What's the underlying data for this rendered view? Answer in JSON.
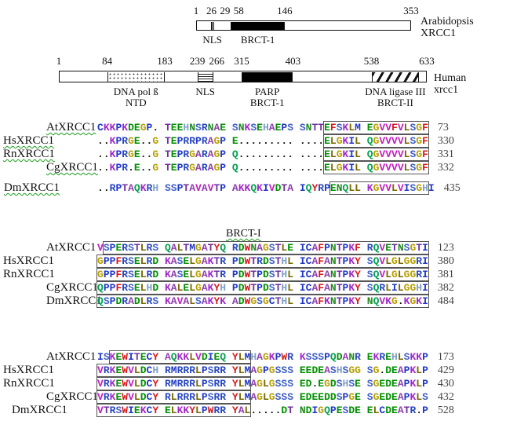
{
  "figure": {
    "arabidopsis_diagram": {
      "side_label_lines": [
        "Arabidopsis",
        "XRCC1"
      ],
      "length": 353,
      "ticks": [
        "1",
        "26",
        "29",
        "58",
        "146",
        "353"
      ],
      "domains": [
        {
          "name": "NLS",
          "pattern": "vstripe",
          "start": 26,
          "end": 29,
          "label_lines": [
            "NLS"
          ]
        },
        {
          "name": "BRCT-1",
          "pattern": "solid",
          "start": 58,
          "end": 146,
          "label_lines": [
            "BRCT-1"
          ]
        }
      ]
    },
    "human_diagram": {
      "side_label_lines": [
        "Human",
        "xrcc1"
      ],
      "length": 633,
      "ticks": [
        "1",
        "84",
        "183",
        "239",
        "266",
        "315",
        "403",
        "538",
        "633"
      ],
      "domains": [
        {
          "name": "DNA-pol-beta-NTD",
          "pattern": "dots",
          "start": 84,
          "end": 183,
          "label_lines": [
            "DNA pol ß",
            "NTD"
          ]
        },
        {
          "name": "NLS",
          "pattern": "hstripe",
          "start": 239,
          "end": 266,
          "label_lines": [
            "NLS"
          ]
        },
        {
          "name": "PARP-BRCT-1",
          "pattern": "solid",
          "start": 315,
          "end": 403,
          "label_lines": [
            "PARP",
            "BRCT-1"
          ]
        },
        {
          "name": "DNA-ligase-III-BRCT-II",
          "pattern": "hatch",
          "start": 538,
          "end": 620,
          "label_lines": [
            "DNA ligase III",
            "BRCT-II"
          ]
        }
      ]
    },
    "alignment": {
      "residue_palette": {
        "G": "#B8A000",
        "A": "#9040B0",
        "S": "#4060C8",
        "T": "#7030A0",
        "C": "#2038C8",
        "V": "#C020C0",
        "L": "#786800",
        "I": "#2038C8",
        "M": "#2038C8",
        "P": "#2038C8",
        "F": "#D81818",
        "Y": "#D81818",
        "W": "#D81818",
        "H": "#80A0C8",
        "K": "#A028C8",
        "R": "#2848C0",
        "D": "#009000",
        "E": "#009000",
        "N": "#208820",
        "Q": "#00A050",
        ".": "#111111"
      },
      "box_color": "#555555",
      "squiggle_color": "#1a9c1a",
      "blocks": [
        {
          "header": "",
          "rows": [
            {
              "label": "AtXRCC1",
              "indent": 57,
              "wavy": true,
              "pre": "CKKPKDEGP. TEEHNSRNAE SNKSEHAEPS SNTT",
              "boxed": "EFSKLM EGVVFVLSGF",
              "post": "",
              "num": "73"
            },
            {
              "label": "HsXRCC1",
              "indent": 2,
              "wavy": true,
              "pre": "..KPRGE..G TEPRRPRAGP E......... ....",
              "boxed": "ELGKIL QGVVVVLSGF",
              "post": "",
              "num": "330"
            },
            {
              "label": "RnXRCC1",
              "indent": 2,
              "wavy": true,
              "pre": "..KPRGE..G TEPRGARAGP Q......... ....",
              "boxed": "ELGKIL QGVVVVLSGF",
              "post": "",
              "num": "331"
            },
            {
              "label": "CgXRCC1",
              "indent": 57,
              "wavy": true,
              "pre": "..KPR.E..G TEPRGARAGP Q......... ....",
              "boxed": "ELGKIL QGVVVVLSGF",
              "post": "",
              "num": "332"
            },
            {
              "label": "DmXRCC1",
              "indent": 3,
              "wavy": true,
              "pre": "..RPTAQKRH SSPTAVAVTP AKKQKIVDTA IQYRP",
              "boxed": "ENQLL KGVVLVISGH",
              "post": "I",
              "num": "435",
              "gap_before": true
            }
          ]
        },
        {
          "header": "BRCT-I",
          "rows": [
            {
              "label": "AtXRCC1",
              "indent": 57,
              "wavy": false,
              "pre": "V",
              "boxed": "SPERSTLRS QALTMGATYQ RDWNAGSTLE ICAFPNTPKF RQVETNSGTI",
              "post": "",
              "num": "123"
            },
            {
              "label": "HsXRCC1",
              "indent": 2,
              "wavy": false,
              "pre": "",
              "boxed": "GPPFRSELRD KASELGAKTR PDWTRDSTHL ICAFANTPKY SQVLGLGGRI",
              "post": "",
              "num": "380"
            },
            {
              "label": "RnXRCC1",
              "indent": 2,
              "wavy": false,
              "pre": "",
              "boxed": "GPPFRSELRD KASELGAKTR PDWTPDSTHL ICAFANTPKY SQVLGLGGRI",
              "post": "",
              "num": "381"
            },
            {
              "label": "CgXRCC1",
              "indent": 57,
              "wavy": false,
              "pre": "",
              "boxed": "QPPFRSELHD KALELGAKYH PDWTPDSTHL ICAFANTPKY SQRLILGGHI",
              "post": "",
              "num": "382"
            },
            {
              "label": "DmXRCC1",
              "indent": 57,
              "wavy": false,
              "pre": "",
              "boxed": "QSPDRADLRS KAVALSAKYK ADWGSGCTHL ICAFKNTPKY NQVKG.KGKI",
              "post": "",
              "num": "484"
            }
          ]
        },
        {
          "header": "",
          "rows": [
            {
              "label": "AtXRCC1",
              "indent": 57,
              "wavy": false,
              "pre": "IS",
              "boxed": "KEWITECY AQKKLVDIEQ YLM",
              "post": "HAGKPWR KSSSPQDANR EKREHLSKKP",
              "num": "173"
            },
            {
              "label": "HsXRCC1",
              "indent": 2,
              "wavy": false,
              "pre": "",
              "boxed": "VRKEWVLDCH RMRRRLPSRR YLM",
              "post": "AGPGSSS EEDEASHSGG SG.DEAPKLP",
              "num": "429"
            },
            {
              "label": "RnXRCC1",
              "indent": 2,
              "wavy": false,
              "pre": "",
              "boxed": "VRKEWVLDCY RMRRRLPSRR YLM",
              "post": "AGLGSSS ED.EGDSHSE SGEDEAPKLP",
              "num": "430"
            },
            {
              "label": "CgXRCC1",
              "indent": 57,
              "wavy": false,
              "pre": "",
              "boxed": "VRKEWVLDCY RLRRRLPSRR YLM",
              "post": "AGLGSSS EDEEDDSPGE SGEDEAPKLS",
              "num": "432"
            },
            {
              "label": "DmXRCC1",
              "indent": 13,
              "wavy": false,
              "pre": "",
              "boxed": "VTRSWIEKCY ELKKYLPWRR YAL",
              "post": ".....DT NDIGQPESDE ELCDEATR.P",
              "num": "528"
            }
          ]
        }
      ]
    }
  }
}
